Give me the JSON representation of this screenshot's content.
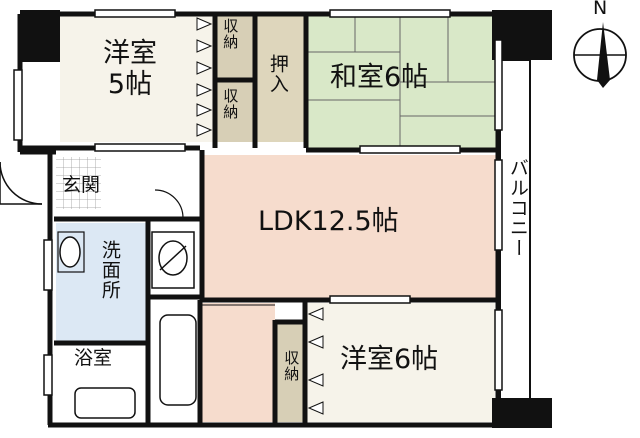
{
  "rooms": {
    "western_5": "洋室\n5帖",
    "storage_1": "収納",
    "storage_2": "収納",
    "oshiire": "押入",
    "japanese": "和室6帖",
    "ldk": "LDK12.5帖",
    "balcony": "バルコニー",
    "entrance": "玄関",
    "washroom": "洗面所",
    "bathroom": "浴室",
    "storage_3": "収納",
    "western_6": "洋室6帖"
  },
  "compass": {
    "north_label": "N"
  },
  "colors": {
    "western": "#f6f3ea",
    "japanese": "#d9e8c8",
    "ldk": "#f6dccd",
    "storage": "#d7cfb6",
    "oshiire": "#ded6bc",
    "washroom": "#dce8f4",
    "wall": "#111111",
    "balcony": "#ffffff"
  }
}
